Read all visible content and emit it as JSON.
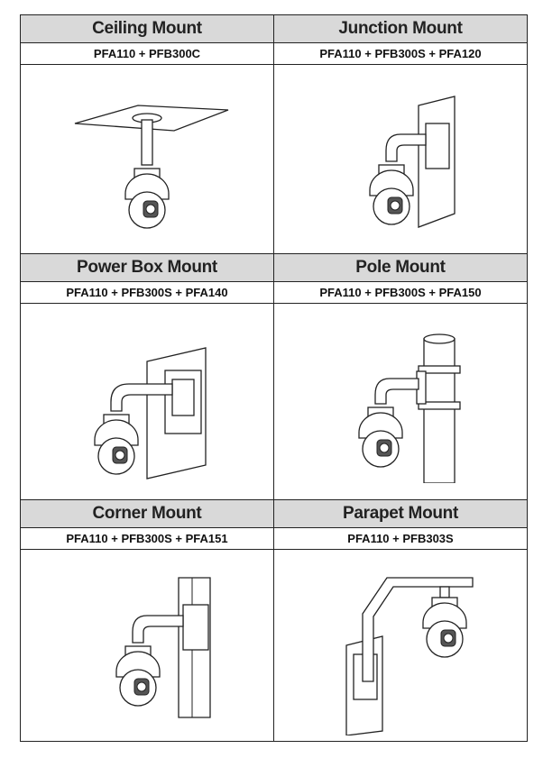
{
  "mounts": [
    {
      "title": "Ceiling Mount",
      "parts": "PFA110 + PFB300C",
      "icon": "ceiling-mount-illustration"
    },
    {
      "title": "Junction Mount",
      "parts": "PFA110 + PFB300S + PFA120",
      "icon": "junction-mount-illustration"
    },
    {
      "title": "Power Box Mount",
      "parts": "PFA110 + PFB300S + PFA140",
      "icon": "power-box-mount-illustration"
    },
    {
      "title": "Pole Mount",
      "parts": "PFA110 + PFB300S + PFA150",
      "icon": "pole-mount-illustration"
    },
    {
      "title": "Corner Mount",
      "parts": "PFA110 + PFB300S + PFA151",
      "icon": "corner-mount-illustration"
    },
    {
      "title": "Parapet Mount",
      "parts": "PFA110 + PFB303S",
      "icon": "parapet-mount-illustration"
    }
  ]
}
